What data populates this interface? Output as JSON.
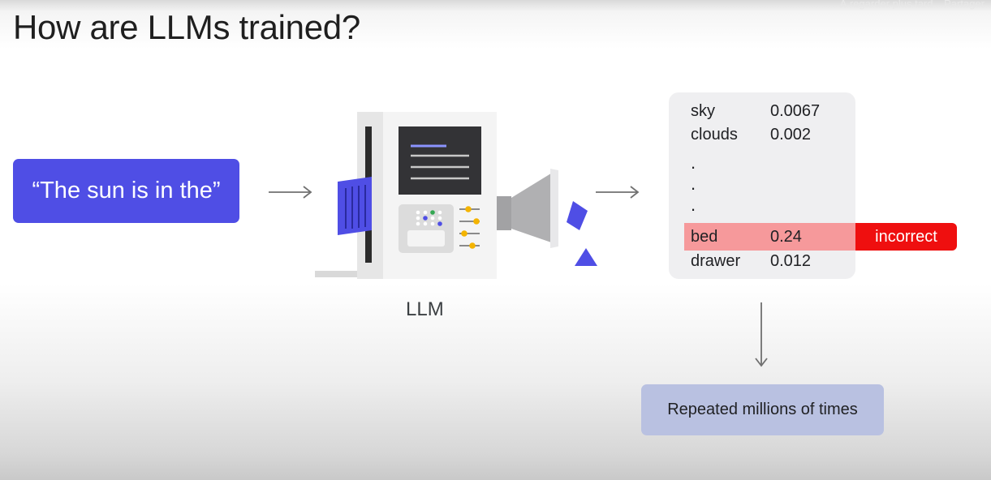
{
  "video_overlay": {
    "watch_later": "À regarder plus tard",
    "share": "Partager"
  },
  "slide": {
    "title": "How are LLMs trained?",
    "input_text": "“The sun is in the”",
    "model_label": "LLM",
    "predictions": [
      {
        "word": "sky",
        "probability": "0.0067"
      },
      {
        "word": "clouds",
        "probability": "0.002"
      },
      {
        "word": "bed",
        "probability": "0.24"
      },
      {
        "word": "drawer",
        "probability": "0.012"
      }
    ],
    "ellipsis": ".",
    "incorrect_label": "incorrect",
    "repeat_text": "Repeated millions of times"
  },
  "colors": {
    "input_box": "#4f4ee5",
    "highlight_row": "#f6999b",
    "incorrect_badge": "#ef0f0f",
    "repeat_box": "#b9c1e1",
    "accent_blue": "#4f4ee5",
    "knob_yellow": "#f4b400"
  }
}
